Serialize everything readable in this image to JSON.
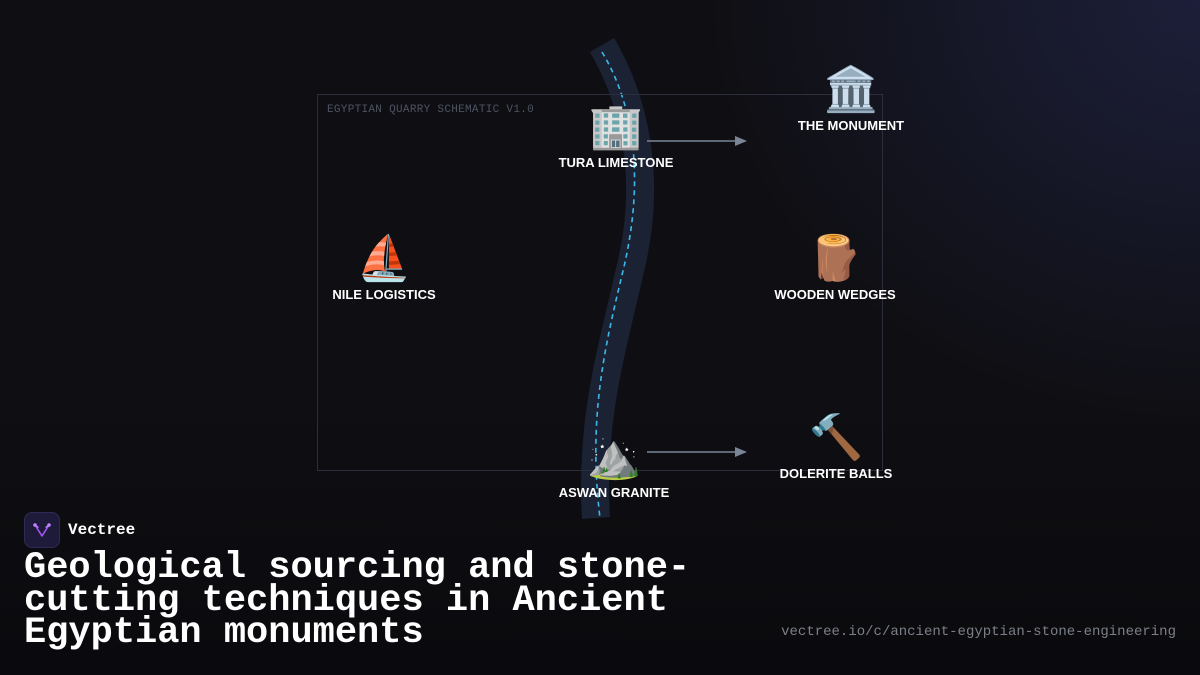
{
  "schematic": {
    "label": "EGYPTIAN QUARRY SCHEMATIC V1.0"
  },
  "nodes": {
    "tura": {
      "label": "TURA LIMESTONE",
      "icon": "office-building-icon",
      "glyph": "🏢"
    },
    "monument": {
      "label": "THE MONUMENT",
      "icon": "classical-building-icon",
      "glyph": "🏛️"
    },
    "nile": {
      "label": "NILE LOGISTICS",
      "icon": "sailboat-icon",
      "glyph": "⛵"
    },
    "wedges": {
      "label": "WOODEN WEDGES",
      "icon": "wood-log-icon",
      "glyph": "🪵"
    },
    "aswan": {
      "label": "ASWAN GRANITE",
      "icon": "mountain-icon",
      "glyph": "⛰️"
    },
    "dolerite": {
      "label": "DOLERITE BALLS",
      "icon": "hammer-icon",
      "glyph": "🔨"
    }
  },
  "colors": {
    "river_path": "#3fb8e8",
    "river_band": "#1a2233",
    "arrow": "#7a8597",
    "accent": "#a855f7"
  },
  "brand": {
    "name": "Vectree"
  },
  "headline": "Geological sourcing and stone-cutting techniques in Ancient Egyptian monuments",
  "url": "vectree.io/c/ancient-egyptian-stone-engineering"
}
